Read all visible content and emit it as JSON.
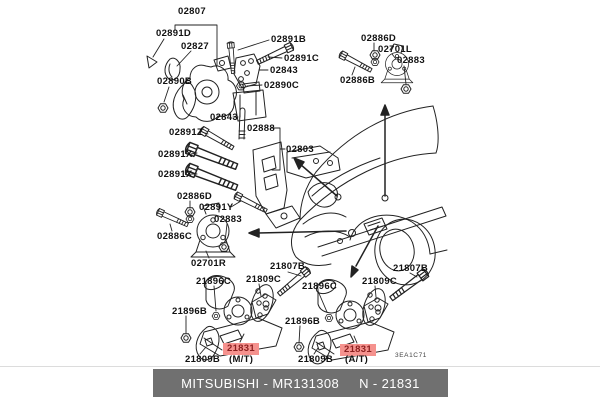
{
  "colors": {
    "line": "#222222",
    "label_text": "#111111",
    "highlight_bg": "#f5928e",
    "highlight_text": "#8b1f1f",
    "footer_bg": "#707070",
    "footer_text": "#ffffff"
  },
  "labels": [
    {
      "text": "02807"
    },
    {
      "text": "02891D"
    },
    {
      "text": "02827"
    },
    {
      "text": "02891B"
    },
    {
      "text": "02891C"
    },
    {
      "text": "02843"
    },
    {
      "text": "02890C"
    },
    {
      "text": "02890B"
    },
    {
      "text": "02843"
    },
    {
      "text": "02886D"
    },
    {
      "text": "02701L"
    },
    {
      "text": "02883"
    },
    {
      "text": "02886B"
    },
    {
      "text": "02891Z"
    },
    {
      "text": "02888"
    },
    {
      "text": "02803"
    },
    {
      "text": "02891X"
    },
    {
      "text": "02891X"
    },
    {
      "text": "02886D"
    },
    {
      "text": "02891Y"
    },
    {
      "text": "02883"
    },
    {
      "text": "02886C"
    },
    {
      "text": "02701R"
    },
    {
      "text": "21807B"
    },
    {
      "text": "21896C"
    },
    {
      "text": "21809C"
    },
    {
      "text": "21896B"
    },
    {
      "text": "21809B"
    },
    {
      "text": "21831"
    },
    {
      "text": "(M/T)"
    },
    {
      "text": "21896C"
    },
    {
      "text": "21809C"
    },
    {
      "text": "21807B"
    },
    {
      "text": "21896B"
    },
    {
      "text": "21809B"
    },
    {
      "text": "21831"
    },
    {
      "text": "(A/T)"
    },
    {
      "text": "3EA1C71"
    }
  ],
  "footer": {
    "left_text": "MITSUBISHI - MR131308",
    "right_text": "N - 21831"
  }
}
